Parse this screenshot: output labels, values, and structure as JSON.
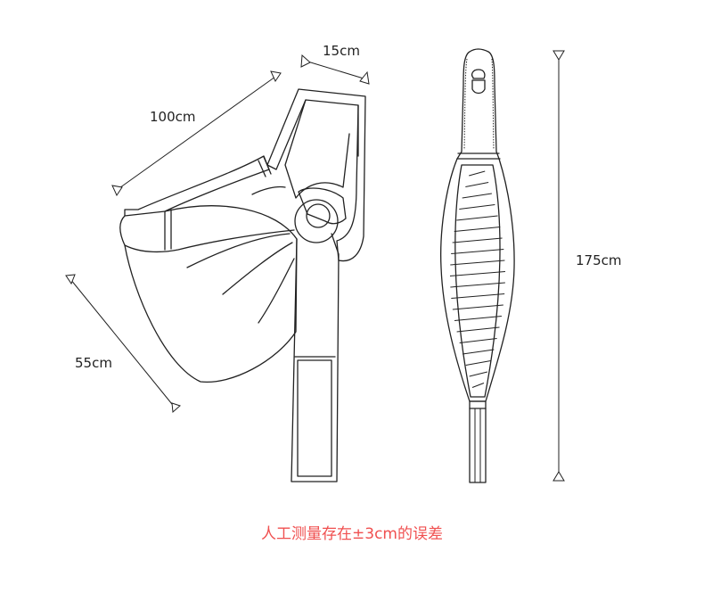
{
  "dimensions": {
    "strap_width": "15cm",
    "strap_length_diagonal": "100cm",
    "pouch_depth": "55cm",
    "total_length": "175cm"
  },
  "note": "人工测量存在±3cm的误差",
  "colors": {
    "line": "#222222",
    "note": "#f05050"
  }
}
